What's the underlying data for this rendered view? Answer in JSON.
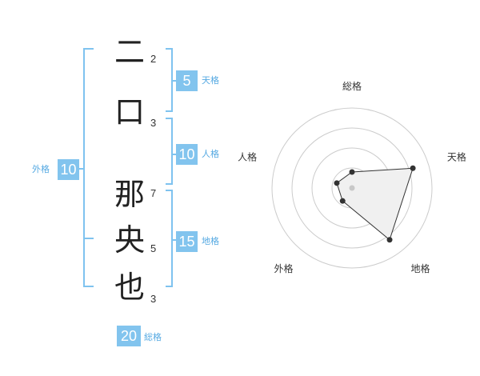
{
  "characters": [
    {
      "char": "二",
      "strokes": "2"
    },
    {
      "char": "口",
      "strokes": "3"
    },
    {
      "char": "那",
      "strokes": "7"
    },
    {
      "char": "央",
      "strokes": "5"
    },
    {
      "char": "也",
      "strokes": "3"
    }
  ],
  "kakusu": {
    "tenkaku": {
      "value": "5",
      "label": "天格"
    },
    "jinkaku": {
      "value": "10",
      "label": "人格"
    },
    "chikaku": {
      "value": "15",
      "label": "地格"
    },
    "gaikaku": {
      "value": "10",
      "label": "外格"
    },
    "soukaku": {
      "value": "20",
      "label": "総格"
    }
  },
  "radar": {
    "axes": [
      "総格",
      "天格",
      "地格",
      "外格",
      "人格"
    ],
    "values": [
      1,
      4,
      4,
      1,
      1
    ],
    "max": 5,
    "rings": 4,
    "colors": {
      "grid": "#cccccc",
      "fill": "#f0f0f0",
      "line": "#333333",
      "point": "#333333",
      "center": "#c8c8c8"
    }
  },
  "colors": {
    "accent": "#82c4ee",
    "bracket": "#7fc3ef",
    "label": "#55a9e2"
  }
}
